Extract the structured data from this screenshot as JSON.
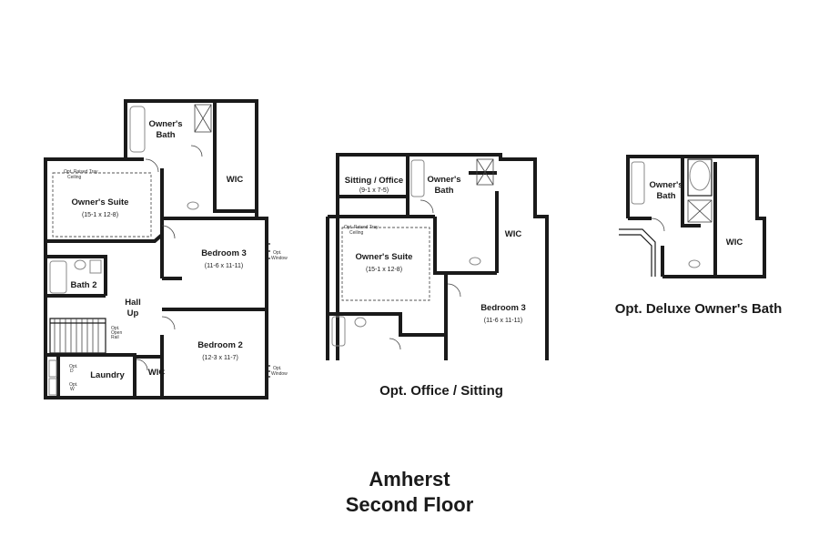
{
  "title": {
    "line1": "Amherst",
    "line2": "Second Floor"
  },
  "plans": {
    "main": {
      "rooms": {
        "owners_bath": "Owner's",
        "owners_bath_2": "Bath",
        "wic_owner": "WIC",
        "owners_suite": "Owner's Suite",
        "owners_suite_dim": "(15-1 x 12-8)",
        "tray_note_1": "Opt. Raised Tray",
        "tray_note_2": "Ceiling",
        "bedroom3": "Bedroom 3",
        "bedroom3_dim": "(11-6 x 11-11)",
        "bath2": "Bath 2",
        "hall": "Hall",
        "up": "Up",
        "rail_note_1": "Opt.",
        "rail_note_2": "Open",
        "rail_note_3": "Rail",
        "bedroom2": "Bedroom 2",
        "bedroom2_dim": "(12-3 x 11-7)",
        "wic_bed2": "WIC",
        "laundry": "Laundry",
        "laundry_note_1": "Opt.",
        "laundry_note_2": "D",
        "laundry_note_3": "Opt.",
        "laundry_note_4": "W",
        "window_note_1": "Opt.",
        "window_note_2": "Window",
        "window_note_3": "Opt.",
        "window_note_4": "Window"
      }
    },
    "office": {
      "caption": "Opt. Office / Sitting",
      "rooms": {
        "sitting": "Sitting / Office",
        "sitting_dim": "(9-1 x 7-5)",
        "owners_bath": "Owner's",
        "owners_bath_2": "Bath",
        "wic": "WIC",
        "owners_suite": "Owner's Suite",
        "owners_suite_dim": "(15-1 x 12-8)",
        "tray_note_1": "Opt. Raised Tray",
        "tray_note_2": "Ceiling",
        "bedroom3": "Bedroom 3",
        "bedroom3_dim": "(11-6 x 11-11)"
      }
    },
    "deluxe": {
      "caption": "Opt. Deluxe Owner's Bath",
      "rooms": {
        "owners_bath": "Owner's",
        "owners_bath_2": "Bath",
        "wic": "WIC"
      }
    }
  }
}
